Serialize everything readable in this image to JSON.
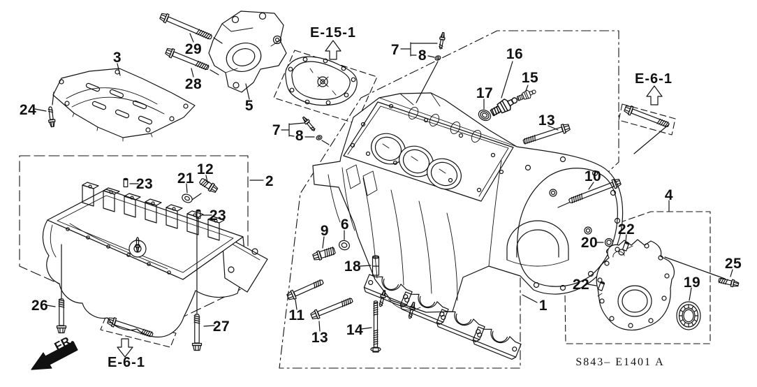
{
  "diagram": {
    "code_label": "S843– E1401 A",
    "fr_label": "FR.",
    "refs": {
      "e15": "E-15-1",
      "e6_top": "E-6-1",
      "e6_bottom": "E-6-1"
    },
    "colors": {
      "background": "#ffffff",
      "line": "#111111"
    },
    "callouts": [
      {
        "id": "baffle-plate",
        "label": "3"
      },
      {
        "id": "bolt-29",
        "label": "29"
      },
      {
        "id": "bolt-28",
        "label": "28"
      },
      {
        "id": "bolt-24",
        "label": "24"
      },
      {
        "id": "bracket-5",
        "label": "5"
      },
      {
        "id": "bolt-7-top",
        "label": "7"
      },
      {
        "id": "washer-8-top",
        "label": "8"
      },
      {
        "id": "bolt-7-left",
        "label": "7"
      },
      {
        "id": "washer-8-left",
        "label": "8"
      },
      {
        "id": "switch-16",
        "label": "16"
      },
      {
        "id": "sensor-15",
        "label": "15"
      },
      {
        "id": "washer-17",
        "label": "17"
      },
      {
        "id": "bolt-13-right",
        "label": "13"
      },
      {
        "id": "bolt-10",
        "label": "10"
      },
      {
        "id": "seal-plate-4",
        "label": "4"
      },
      {
        "id": "oil-pan-2",
        "label": "2"
      },
      {
        "id": "bolt-12",
        "label": "12"
      },
      {
        "id": "washer-21",
        "label": "21"
      },
      {
        "id": "pin-23-a",
        "label": "23"
      },
      {
        "id": "pin-23-b",
        "label": "23"
      },
      {
        "id": "bolt-26",
        "label": "26"
      },
      {
        "id": "bolt-27",
        "label": "27"
      },
      {
        "id": "plug-9",
        "label": "9"
      },
      {
        "id": "washer-6",
        "label": "6"
      },
      {
        "id": "dowel-18",
        "label": "18"
      },
      {
        "id": "bolt-11",
        "label": "11"
      },
      {
        "id": "bolt-13-bottom",
        "label": "13"
      },
      {
        "id": "stud-14",
        "label": "14"
      },
      {
        "id": "block-1",
        "label": "1"
      },
      {
        "id": "oring-20",
        "label": "20"
      },
      {
        "id": "pin-22-top",
        "label": "22"
      },
      {
        "id": "pin-22-left",
        "label": "22"
      },
      {
        "id": "seal-19",
        "label": "19"
      },
      {
        "id": "bolt-25",
        "label": "25"
      }
    ]
  }
}
